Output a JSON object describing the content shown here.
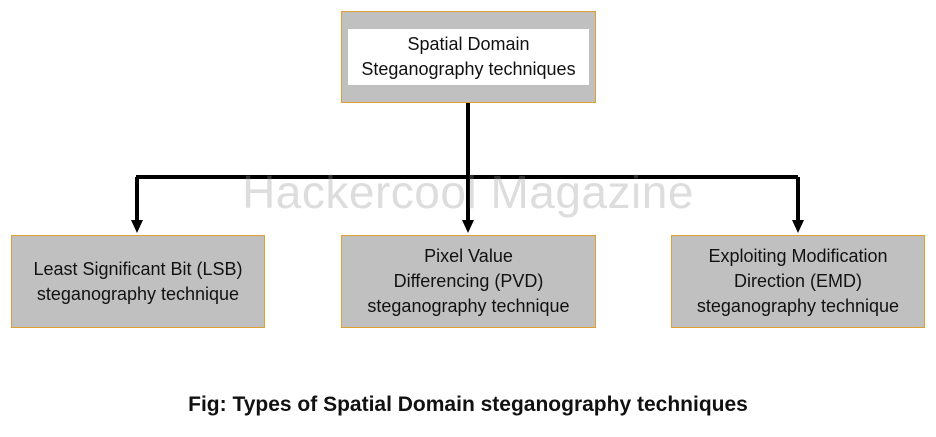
{
  "diagram": {
    "root": {
      "lines": [
        "Spatial Domain",
        "Steganography techniques"
      ]
    },
    "children": [
      {
        "id": "lsb",
        "lines": [
          "Least Significant Bit (LSB)",
          "steganography technique"
        ]
      },
      {
        "id": "pvd",
        "lines": [
          "Pixel Value",
          "Differencing (PVD)",
          "steganography technique"
        ]
      },
      {
        "id": "emd",
        "lines": [
          "Exploiting Modification",
          "Direction (EMD)",
          "steganography technique"
        ]
      }
    ],
    "colors": {
      "node_fill": "#c0c0c0",
      "node_border": "#e0a030",
      "root_label_fill": "#ffffff",
      "connector": "#000000"
    }
  },
  "watermark": "Hackercool Magazine",
  "caption": "Fig: Types of Spatial Domain steganography techniques"
}
